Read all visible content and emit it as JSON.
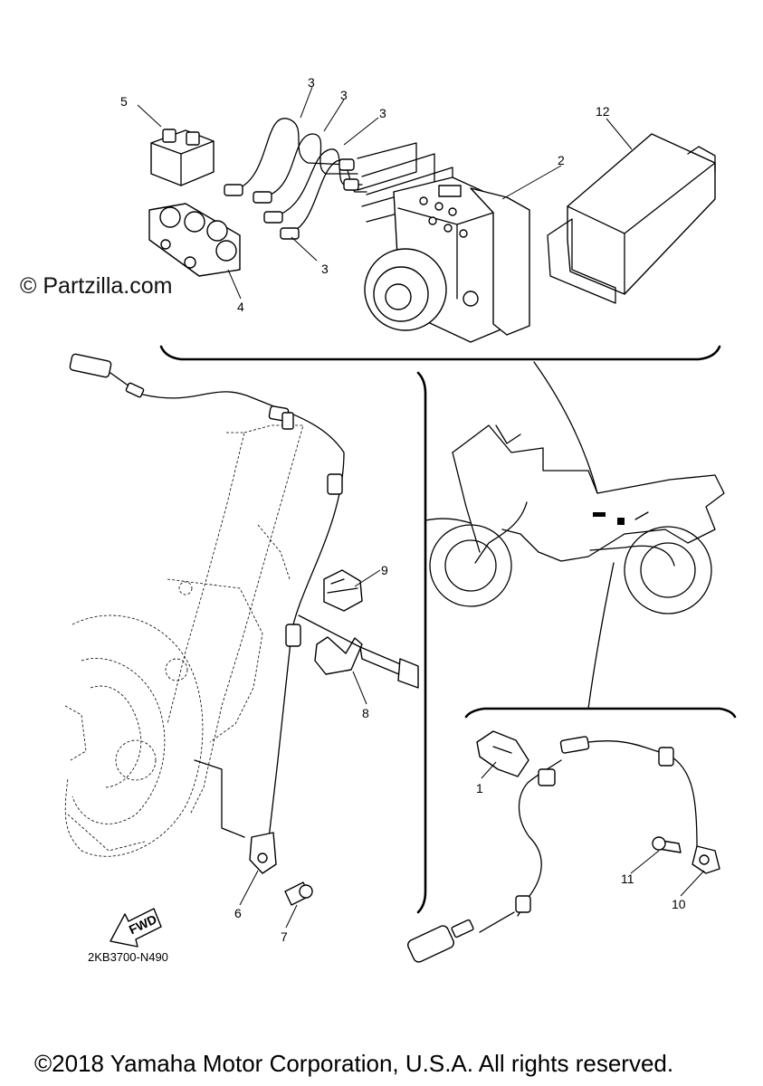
{
  "watermark": "© Partzilla.com",
  "drawing_code": "2KB3700-N490",
  "copyright": "©2018 Yamaha Motor Corporation, U.S.A. All rights reserved.",
  "fwd_label": "FWD",
  "callouts": {
    "c5": "5",
    "c3a": "3",
    "c3b": "3",
    "c3c": "3",
    "c3d": "3",
    "c2": "2",
    "c12": "12",
    "c4": "4",
    "c9": "9",
    "c8": "8",
    "c6": "6",
    "c7": "7",
    "c1": "1",
    "c11": "11",
    "c10": "10"
  }
}
